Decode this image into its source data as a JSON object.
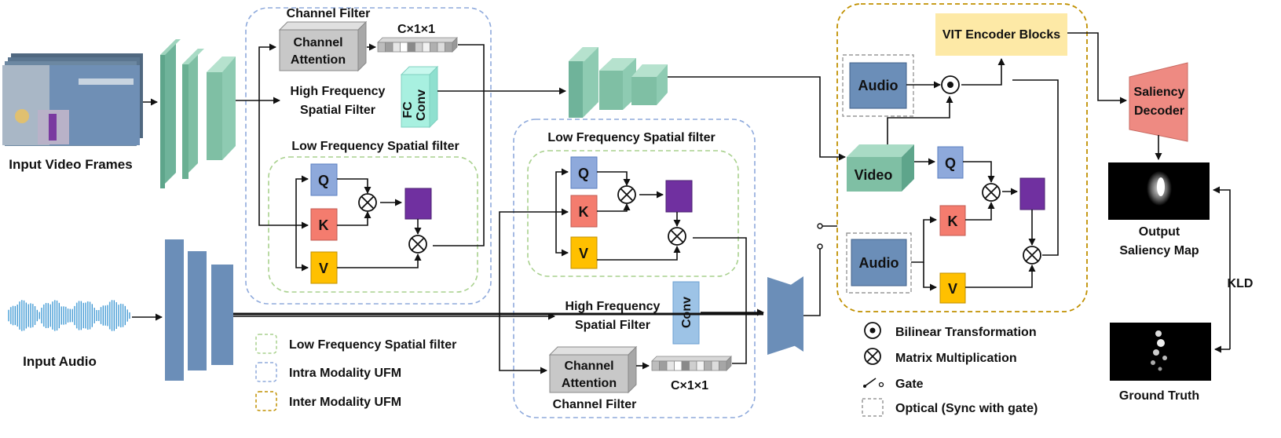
{
  "labels": {
    "input_video": "Input Video Frames",
    "input_audio": "Input Audio",
    "channel_filter_top": "Channel Filter",
    "channel_attention_top_l1": "Channel",
    "channel_attention_top_l2": "Attention",
    "cx11_top": "C×1×1",
    "hf_top_l1": "High Frequency",
    "hf_top_l2": "Spatial Filter",
    "fc_conv_l1": "FC",
    "fc_conv_l2": "Conv",
    "lf_top": "Low Frequency Spatial filter",
    "lf_bottom": "Low Frequency Spatial filter",
    "hf_bottom_l1": "High Frequency",
    "hf_bottom_l2": "Spatial Filter",
    "conv": "Conv",
    "channel_attention_bottom_l1": "Channel",
    "channel_attention_bottom_l2": "Attention",
    "cx11_bottom": "C×1×1",
    "channel_filter_bottom": "Channel Filter",
    "q": "Q",
    "k": "K",
    "v": "V",
    "vit": "VIT Encoder Blocks",
    "audio_top": "Audio",
    "audio_bottom": "Audio",
    "video": "Video",
    "saliency_decoder_l1": "Saliency",
    "saliency_decoder_l2": "Decoder",
    "output_l1": "Output",
    "output_l2": "Saliency Map",
    "kld": "KLD",
    "ground_truth": "Ground Truth"
  },
  "legend": {
    "lf": "Low Frequency Spatial filter",
    "intra": "Intra Modality UFM",
    "inter": "Inter Modality UFM",
    "bilinear": "Bilinear Transformation",
    "matmul": "Matrix Multiplication",
    "gate": "Gate",
    "optical": "Optical (Sync with gate)"
  },
  "colors": {
    "q": "#8ea9db",
    "k": "#f47c6e",
    "v": "#ffc000",
    "attn_out": "#7030a0",
    "vit": "#fde9a6",
    "decoder": "#ee8a82",
    "feature_green": "#7fbfa4",
    "audio_block": "#6b8eb8",
    "conv": "#9dc3e6",
    "fc_conv": "#a8f0e0",
    "channel_attention": "#c0c0c0",
    "green_dash": "#a9d18e",
    "blue_dash": "#8faadc",
    "gold_dash": "#c09000"
  },
  "icons": [
    "bilinear-icon",
    "matmul-icon",
    "gate-icon",
    "audio-waveform-icon"
  ]
}
